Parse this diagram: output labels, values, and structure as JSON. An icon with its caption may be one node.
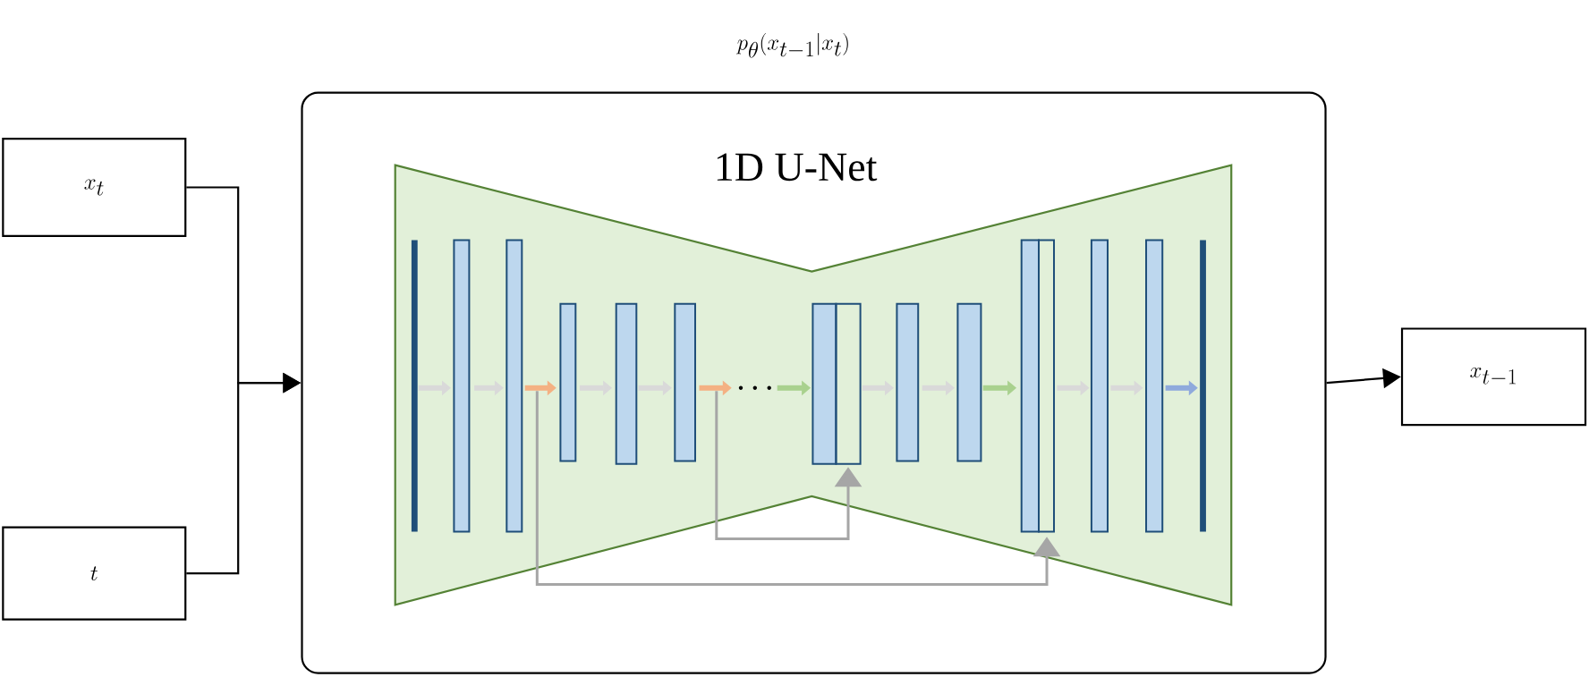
{
  "diagram": {
    "nodes": [
      {
        "text": [
          "x_t"
        ]
      },
      {
        "text": [
          "t"
        ]
      },
      {
        "text": [
          "p_\\theta(x_{t-1}|x_t)"
        ]
      },
      {
        "text": [
          "1D U-Net"
        ],
        "in": 2
      },
      {
        "text": [
          "x_{t-1}"
        ]
      }
    ],
    "edges": [
      {
        "from": 0,
        "to": 2,
        "arrow": "to"
      },
      {
        "from": 1,
        "to": 2,
        "arrow": "to"
      },
      {
        "from": 2,
        "to": 4,
        "arrow": "to"
      }
    ]
  }
}
